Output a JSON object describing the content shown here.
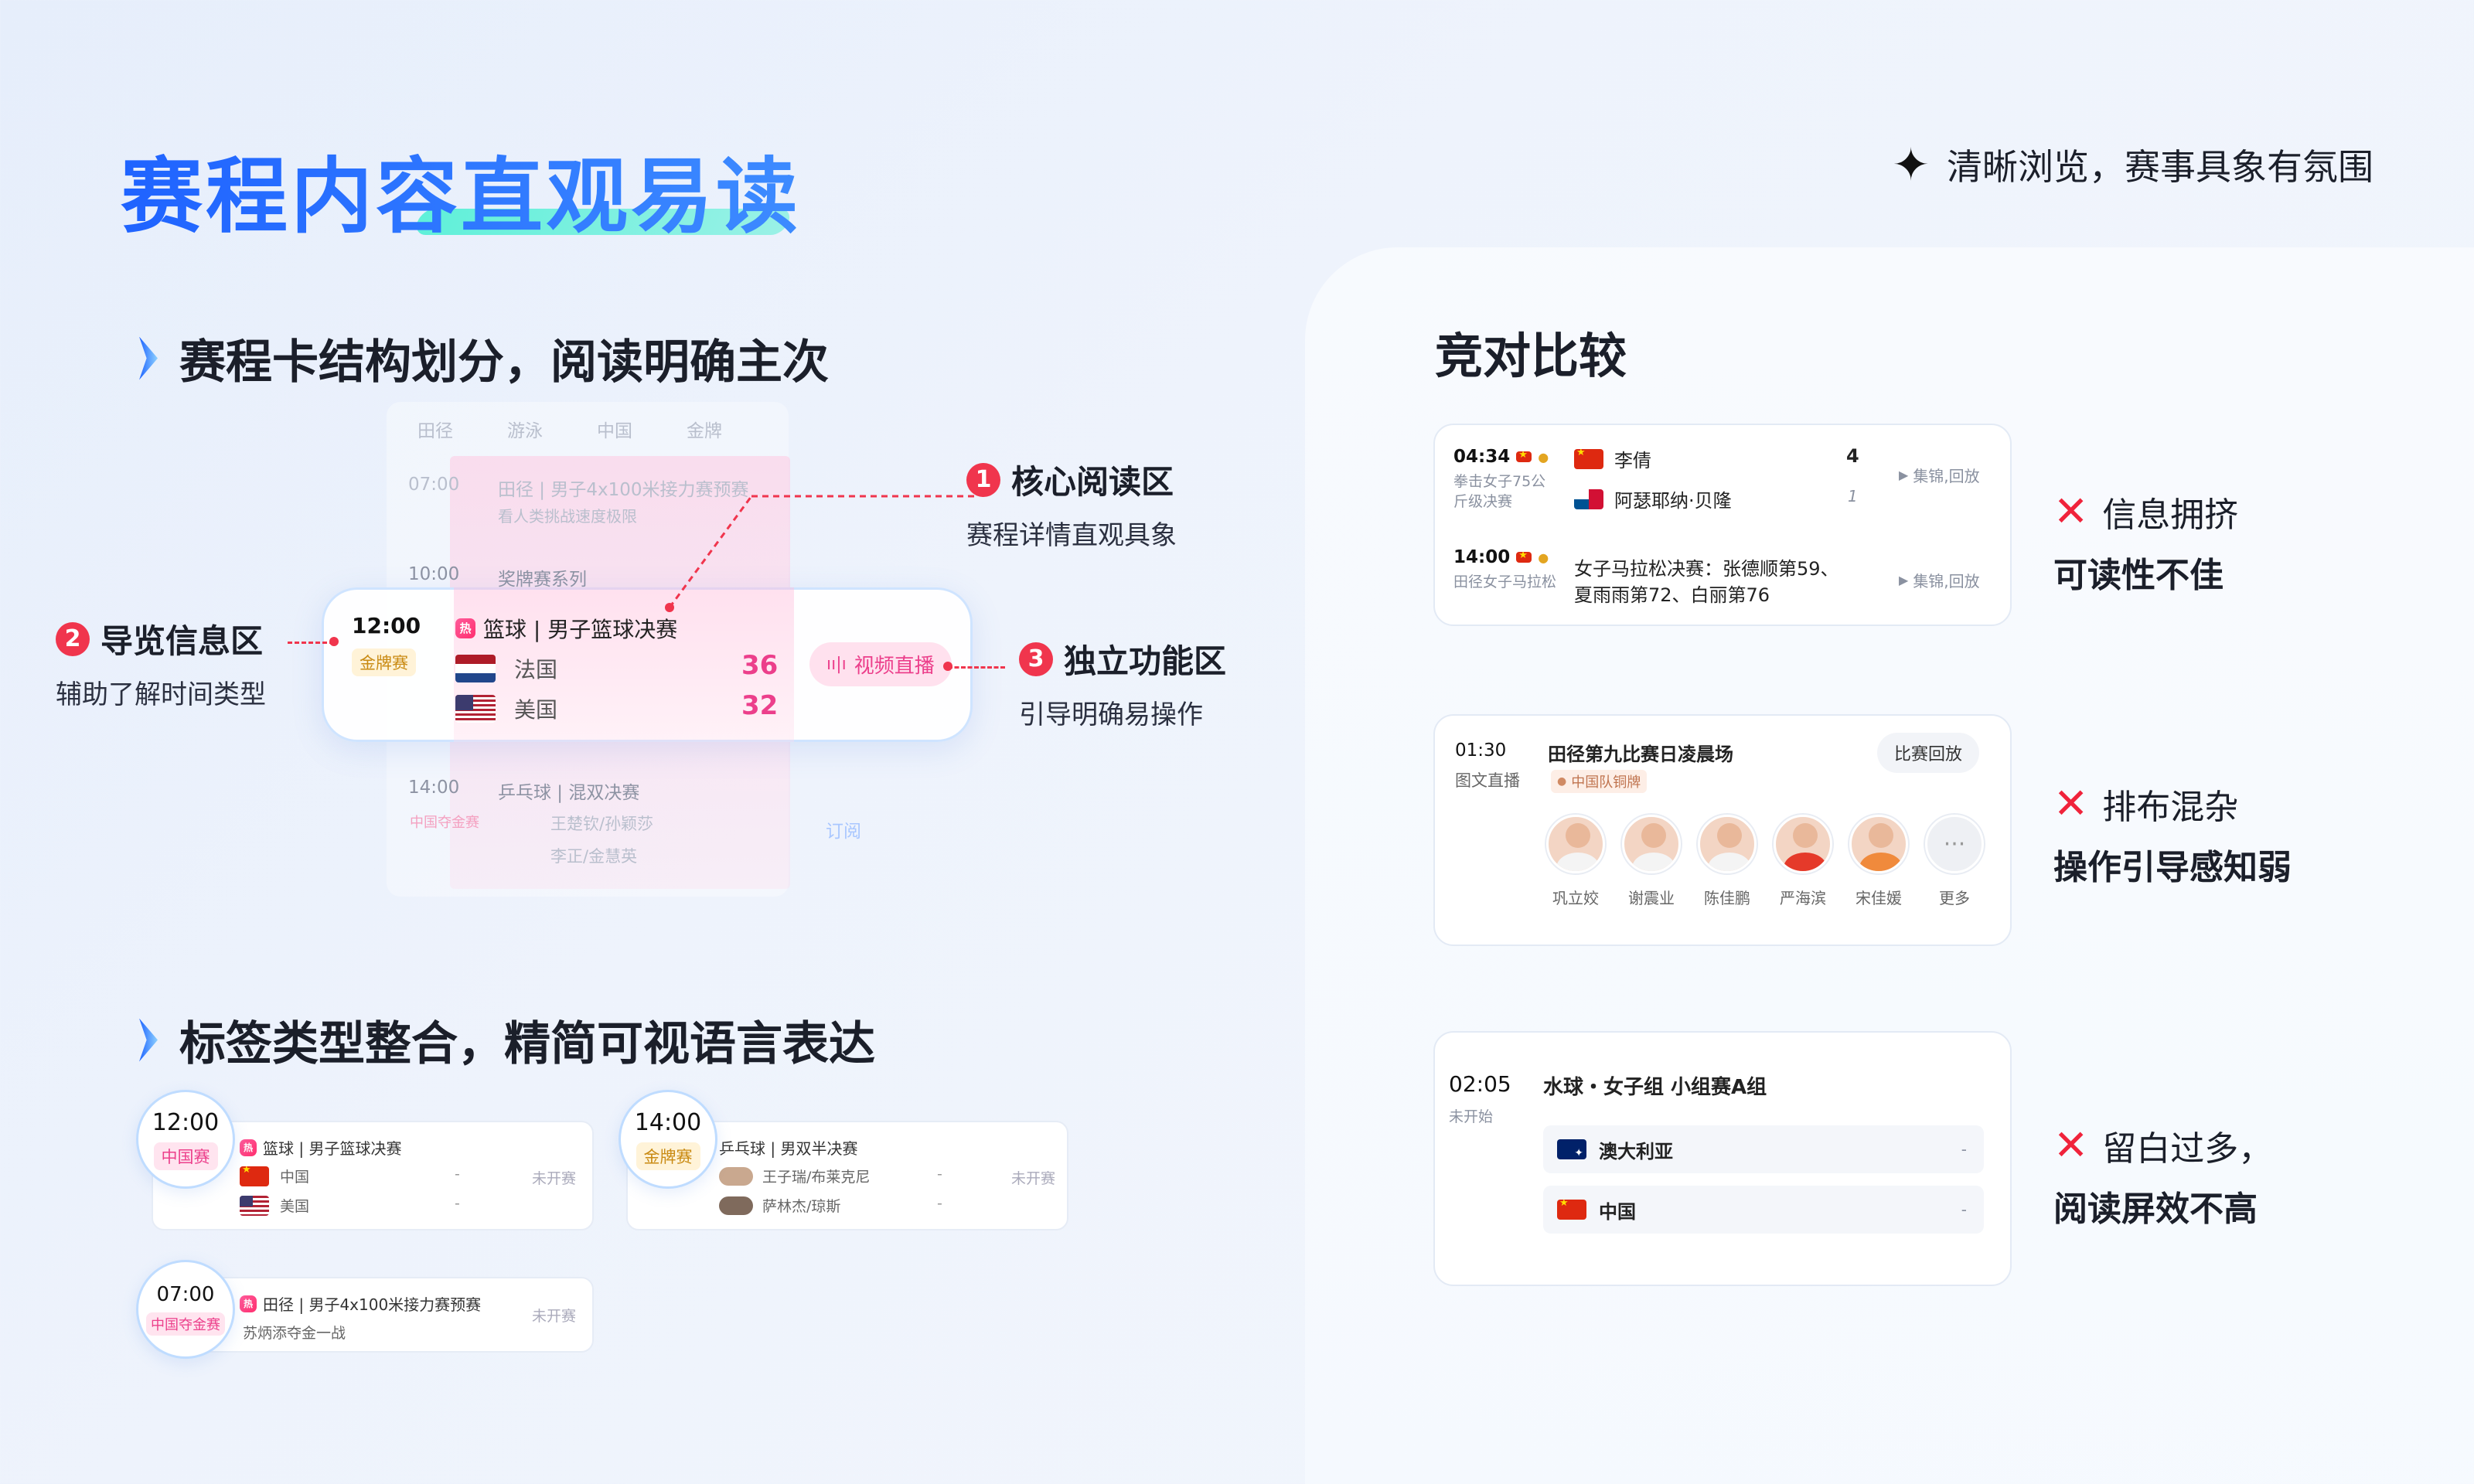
{
  "header": {
    "title": "赛程内容直观易读",
    "tagline_icon": "sparkle-icon",
    "tagline": "清晰浏览，赛事具象有氛围"
  },
  "section1": {
    "title": "赛程卡结构划分，阅读明确主次",
    "ghost": {
      "tabs": [
        "田径",
        "游泳",
        "中国",
        "金牌"
      ],
      "row1_time": "07:00",
      "row1_title": "田径 | 男子4x100米接力赛预赛",
      "row1_sub": "看人类挑战速度极限",
      "row2_time": "10:00",
      "row2_title": "奖牌赛系列",
      "row3_time": "14:00",
      "row3_title": "乒乓球 | 混双决赛",
      "row3_tag": "中国夺金赛",
      "row3_p1": "王楚钦/孙颖莎",
      "row3_p2": "李正/金慧英",
      "row3_action": "订阅"
    },
    "card": {
      "time": "12:00",
      "badge": "金牌赛",
      "sport_logo": "热",
      "event": "篮球 | 男子篮球决赛",
      "team1": "法国",
      "score1": "36",
      "team2": "美国",
      "score2": "32",
      "action": "视频直播"
    },
    "annotations": [
      {
        "num": "1",
        "title": "核心阅读区",
        "desc": "赛程详情直观具象"
      },
      {
        "num": "2",
        "title": "导览信息区",
        "desc": "辅助了解时间类型"
      },
      {
        "num": "3",
        "title": "独立功能区",
        "desc": "引导明确易操作"
      }
    ]
  },
  "section2": {
    "title": "标签类型整合，精简可视语言表达",
    "cards": [
      {
        "time": "12:00",
        "tag": "中国赛",
        "event": "篮球 | 男子篮球决赛",
        "p1": "中国",
        "p2": "美国",
        "d1": "-",
        "d2": "-",
        "status": "未开赛"
      },
      {
        "time": "14:00",
        "tag": "金牌赛",
        "event": "乒乓球 | 男双半决赛",
        "p1": "王子瑞/布莱克尼",
        "p2": "萨林杰/琼斯",
        "d1": "-",
        "d2": "-",
        "status": "未开赛"
      },
      {
        "time": "07:00",
        "tag": "中国夺金赛",
        "event": "田径 | 男子4x100米接力赛预赛",
        "sub": "苏炳添夺金一战",
        "status": "未开赛"
      }
    ]
  },
  "compare": {
    "title": "竞对比较",
    "card1": {
      "row1": {
        "time": "04:34",
        "sub": "拳击女子75公斤级决赛",
        "a": "李倩",
        "b": "阿瑟耶纳·贝隆",
        "sa": "4",
        "sb": "1",
        "action": "集锦,回放"
      },
      "row2": {
        "time": "14:00",
        "sub": "田径女子马拉松",
        "line1": "女子马拉松决赛：张德顺第59、",
        "line2": "夏雨雨第72、白丽第76",
        "action": "集锦,回放"
      }
    },
    "card2": {
      "time": "01:30",
      "sub": "图文直播",
      "title": "田径第九比赛日凌晨场",
      "tag": "中国队铜牌",
      "action": "比赛回放",
      "athletes": [
        "巩立姣",
        "谢震业",
        "陈佳鹏",
        "严海滨",
        "宋佳媛",
        "更多"
      ]
    },
    "card3": {
      "time": "02:05",
      "sub": "未开始",
      "title": "水球・女子组 小组赛A组",
      "t1": "澳大利亚",
      "t2": "中国",
      "d1": "-",
      "d2": "-"
    },
    "problems": [
      {
        "l1": "信息拥挤",
        "l2": "可读性不佳"
      },
      {
        "l1": "排布混杂",
        "l2": "操作引导感知弱"
      },
      {
        "l1": "留白过多，",
        "l2": "阅读屏效不高"
      }
    ]
  },
  "colors": {
    "brand_blue": "#1d6bff",
    "accent_pink": "#ec3f8b",
    "annotation_red": "#f0354d",
    "teal": "#5ff0d9"
  }
}
